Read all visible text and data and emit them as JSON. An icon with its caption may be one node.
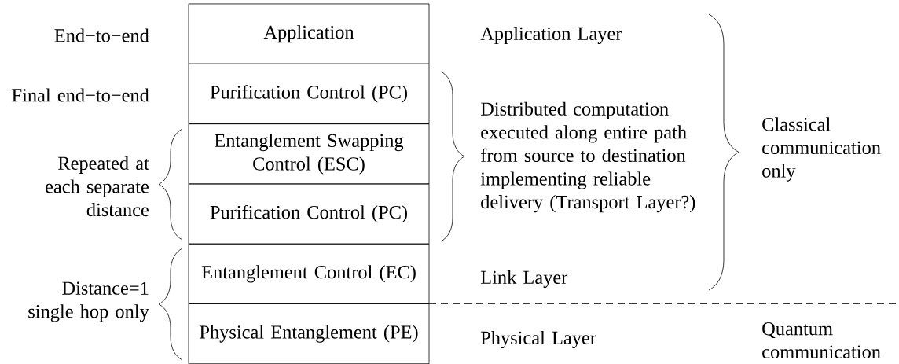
{
  "diagram": {
    "nodes": [
      {
        "text": [
          "Application"
        ]
      },
      {
        "text": [
          "Purification Control (PC)"
        ]
      },
      {
        "text": [
          "Entanglement Swapping Control (ESC)"
        ]
      },
      {
        "text": [
          "Purification Control (PC)"
        ]
      },
      {
        "text": [
          "Entanglement Control (EC)"
        ]
      },
      {
        "text": [
          "Physical Entanglement (PE)"
        ]
      }
    ],
    "labels": [
      "End−to−end",
      "Application Layer",
      "Final end−to−end",
      "Repeated at each separate distance",
      "Distributed computation executed along entire path from source to destination implementing reliable delivery (Transport Layer?)",
      "Classical communication only",
      "Link Layer",
      "Distance=1 single hop only",
      "Physical Layer",
      "Quantum communication"
    ]
  }
}
